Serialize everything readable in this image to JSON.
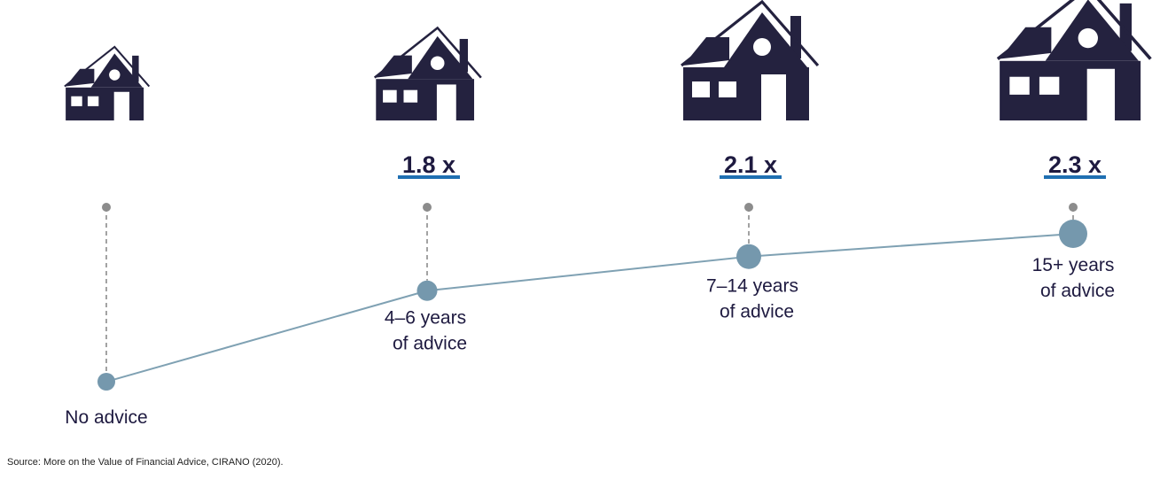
{
  "chart_data": {
    "type": "line",
    "categories": [
      "No advice",
      "4–6 years of advice",
      "7–14 years of advice",
      "15+ years of advice"
    ],
    "label_lines": [
      [
        "No advice"
      ],
      [
        "4–6 years",
        "of advice"
      ],
      [
        "7–14 years",
        "of advice"
      ],
      [
        "15+ years",
        "of advice"
      ]
    ],
    "values": [
      1.0,
      1.8,
      2.1,
      2.3
    ],
    "multiplier_labels": [
      "",
      "1.8 x",
      "2.1 x",
      "2.3 x"
    ],
    "house_scale": [
      0.62,
      0.78,
      1.0,
      1.12
    ],
    "colors": {
      "house": "#24223f",
      "line": "#7fa1b3",
      "marker": "#7598ad",
      "underline": "#1f6fb2",
      "guide": "#8c8c8c"
    }
  },
  "source": "Source: More on the Value of Financial Advice, CIRANO (2020)."
}
